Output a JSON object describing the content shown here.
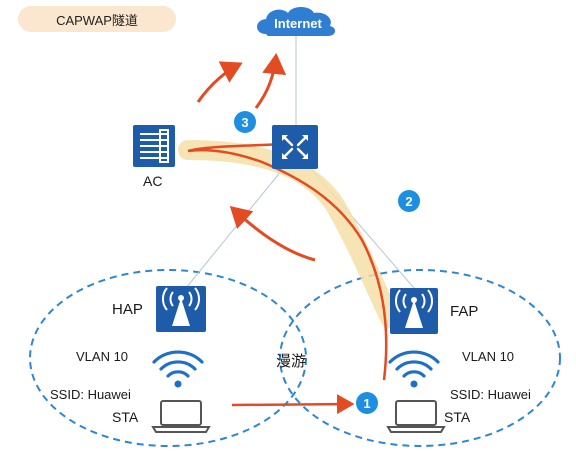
{
  "title": "CAPWAP隧道",
  "cloud_label": "Internet",
  "nodes": {
    "ac": {
      "label": "AC",
      "icon": "ac-controller-icon"
    },
    "switch": {
      "icon": "core-switch-icon"
    },
    "hap": {
      "label": "HAP",
      "icon": "access-point-icon"
    },
    "fap": {
      "label": "FAP",
      "icon": "access-point-icon"
    }
  },
  "cells": {
    "left": {
      "vlan": "VLAN 10",
      "ssid": "SSID: Huawei",
      "sta": "STA"
    },
    "right": {
      "vlan": "VLAN 10",
      "ssid": "SSID: Huawei",
      "sta": "STA"
    }
  },
  "roaming_label": "漫游",
  "steps": [
    "1",
    "2",
    "3"
  ],
  "colors": {
    "accent": "#1e5ba8",
    "arrow": "#e34b23",
    "tunnel": "#f6dfa8",
    "step": "#1e8ee0",
    "cell": "#2d87d0"
  }
}
